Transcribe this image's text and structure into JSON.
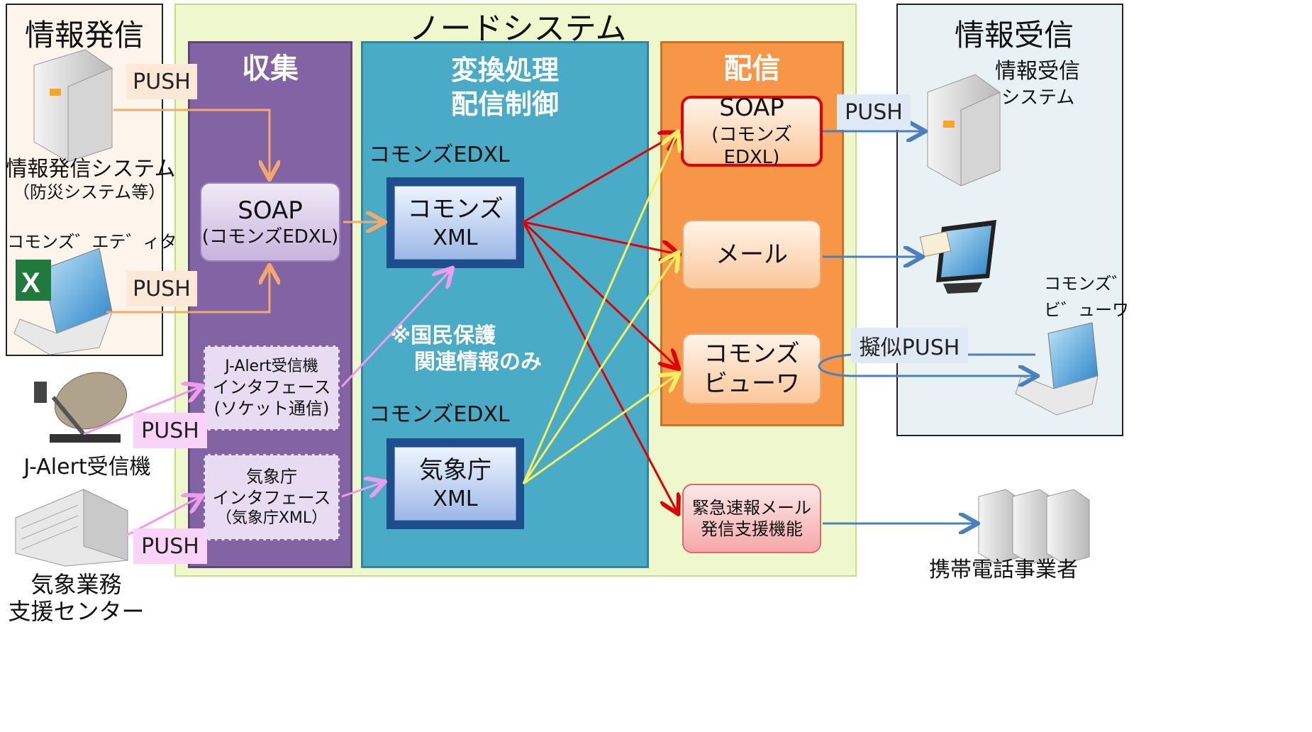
{
  "sender": {
    "title": "情報発信",
    "system_label": "情報発信システム",
    "system_sub": "（防災システム等）",
    "editor_label": "コモンズ゛エテ゛ィタ"
  },
  "node_system": {
    "title": "ノードシステム"
  },
  "collect": {
    "title": "収集",
    "soap_line1": "SOAP",
    "soap_line2": "(コモンズEDXL)",
    "jalert_line1": "J-Alert受信機",
    "jalert_line2": "インタフェース",
    "jalert_line3": "(ソケット通信)",
    "jma_line1": "気象庁",
    "jma_line2": "インタフェース",
    "jma_line3": "（気象庁XML）"
  },
  "convert": {
    "title_line1": "変換処理",
    "title_line2": "配信制御",
    "edxl_label_top": "コモンズEDXL",
    "commons_xml_line1": "コモンズ",
    "commons_xml_line2": "XML",
    "note_line1": "※国民保護",
    "note_line2": "関連情報のみ",
    "edxl_label_bottom": "コモンズEDXL",
    "jma_xml_line1": "気象庁",
    "jma_xml_line2": "XML"
  },
  "deliver": {
    "title": "配信",
    "soap_line1": "SOAP",
    "soap_line2": "(コモンズEDXL)",
    "mail": "メール",
    "viewer_line1": "コモンズ",
    "viewer_line2": "ビューワ",
    "emergency_line1": "緊急速報メール",
    "emergency_line2": "発信支援機能"
  },
  "receiver": {
    "title": "情報受信",
    "system_line1": "情報受信",
    "system_line2": "システム",
    "viewer_line1": "コモンズ゛",
    "viewer_line2": "ビ゛ューワ"
  },
  "sources": {
    "jalert": "J-Alert受信機",
    "jma_line1": "気象業務",
    "jma_line2": "支援センター"
  },
  "carriers": "携帯電話事業者",
  "labels": {
    "push_sender_top": "PUSH",
    "push_sender_editor": "PUSH",
    "push_jalert": "PUSH",
    "push_jma": "PUSH",
    "push_receiver": "PUSH",
    "pseudo_push": "擬似PUSH"
  },
  "colors": {
    "node_bg": "#f0f8d0",
    "collect_bg": "#8060a0",
    "convert_bg": "#4aabc6",
    "deliver_bg": "#f79646",
    "receiver_bg": "#e9f3f6",
    "sender_bg": "#fdf3ea",
    "red_arrow": "#e00000",
    "yellow_arrow": "#f4f060",
    "orange_arrow": "#f5a86a",
    "pink_arrow": "#ef9cee",
    "blue_arrow": "#4a80c0"
  }
}
